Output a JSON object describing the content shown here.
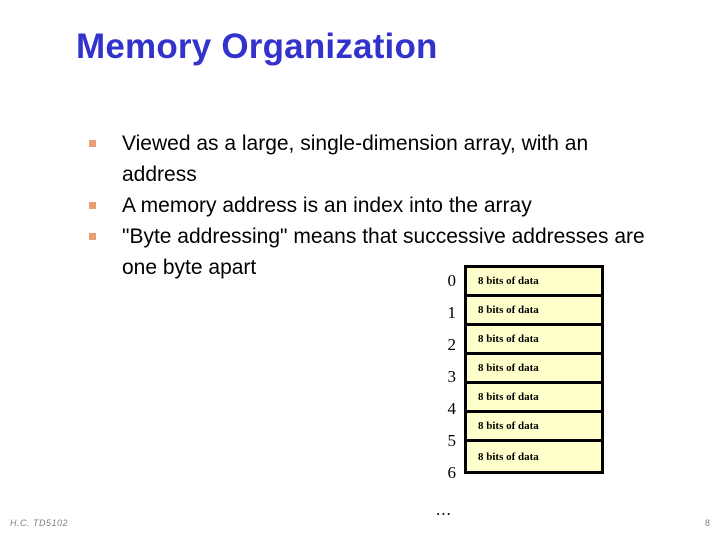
{
  "slide": {
    "title": "Memory Organization",
    "title_color": "#3333cc",
    "bullet_color": "#e89f74",
    "bullets": [
      "Viewed as a large, single-dimension array, with an address",
      "A memory address is an index into the array",
      "\"Byte addressing\" means that successive addresses are one byte apart"
    ]
  },
  "memory_table": {
    "cell_fill": "#ffffcc",
    "border_color": "#000000",
    "cell_label": "8 bits of data",
    "addresses": [
      "0",
      "1",
      "2",
      "3",
      "4",
      "5",
      "6"
    ],
    "ellipsis": "...",
    "rows": [
      {
        "address": "0",
        "data": "8 bits of data"
      },
      {
        "address": "1",
        "data": "8 bits of data"
      },
      {
        "address": "2",
        "data": "8 bits of data"
      },
      {
        "address": "3",
        "data": "8 bits of data"
      },
      {
        "address": "4",
        "data": "8 bits of data"
      },
      {
        "address": "5",
        "data": "8 bits of data"
      },
      {
        "address": "6",
        "data": "8 bits of data"
      }
    ]
  },
  "footer": {
    "left": "H.C. TD5102",
    "page_number": "8"
  }
}
